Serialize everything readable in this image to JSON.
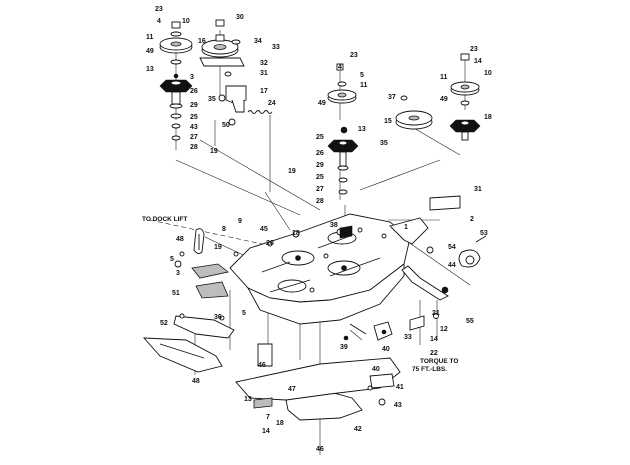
{
  "callouts": {
    "c1": "23",
    "c2": "4",
    "c3": "10",
    "c4": "11",
    "c5": "49",
    "c6": "13",
    "c7": "3",
    "c8": "26",
    "c9": "29",
    "c10": "25",
    "c11": "43",
    "c12": "27",
    "c13": "28",
    "c14": "19",
    "c15": "30",
    "c16": "16",
    "c17": "34",
    "c18": "33",
    "c19": "32",
    "c20": "31",
    "c21": "17",
    "c22": "35",
    "c23": "24",
    "c24": "50",
    "c25": "23",
    "c26": "4",
    "c27": "5",
    "c28": "11",
    "c29": "49",
    "c30": "37",
    "c31": "15",
    "c32": "25",
    "c33": "13",
    "c34": "26",
    "c35": "29",
    "c36": "25",
    "c37": "27",
    "c38": "28",
    "c39": "19",
    "c40": "35",
    "c41": "23",
    "c42": "14",
    "c43": "10",
    "c44": "11",
    "c45": "49",
    "c46": "18",
    "c47": "31",
    "c48": "2",
    "c49": "1",
    "c50": "53",
    "c51": "54",
    "c52": "44",
    "c53": "18",
    "c54": "48",
    "c55": "8",
    "c56": "9",
    "c57": "45",
    "c58": "19",
    "c59": "20",
    "c60": "38",
    "c61": "5",
    "c62": "3",
    "c63": "51",
    "c64": "52",
    "c65": "36",
    "c66": "5",
    "c67": "21",
    "c68": "12",
    "c69": "14",
    "c70": "55",
    "c71": "33",
    "c72": "40",
    "c73": "39",
    "c74": "22",
    "c75": "46",
    "c76": "41",
    "c77": "43",
    "c78": "47",
    "c79": "40",
    "c80": "42",
    "c81": "13",
    "c82": "18",
    "c83": "46",
    "c84": "7",
    "c85": "14",
    "c86": "48"
  },
  "notes": {
    "to_deck": "TO DOCK LIFT",
    "torque_1": "TORQUE TO",
    "torque_2": "75 FT.-LBS."
  }
}
